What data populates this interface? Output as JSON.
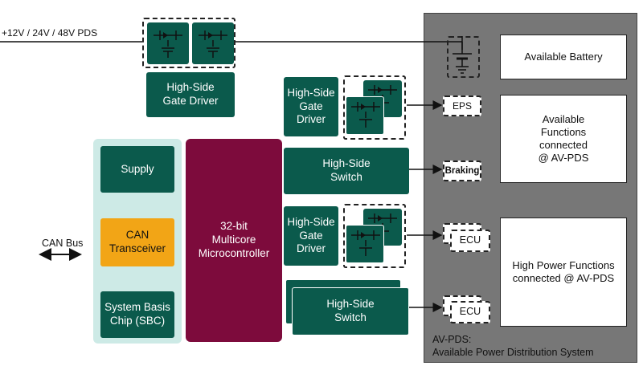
{
  "pds_label": "+12V / 24V / 48V PDS",
  "can_bus_label": "CAN Bus",
  "gate_driver_top": "High-Side\nGate Driver",
  "gate_driver_1": "High-Side\nGate\nDriver",
  "gate_driver_2": "High-Side\nGate\nDriver",
  "switch_1": "High-Side\nSwitch",
  "switch_2": "High-Side\nSwitch",
  "sbc_group": {
    "supply": "Supply",
    "can_transceiver": "CAN\nTransceiver",
    "sbc": "System Basis\nChip (SBC)"
  },
  "mcu": "32-bit\nMulticore\nMicrocontroller",
  "loads": {
    "eps": "EPS",
    "braking": "Braking",
    "ecu_1": "ECU",
    "ecu_2": "ECU"
  },
  "av_pds": {
    "available_battery": "Available Battery",
    "available_functions": "Available\nFunctions\nconnected\n@ AV-PDS",
    "high_power_functions": "High Power Functions\nconnected @ AV-PDS",
    "caption": "AV-PDS:\nAvailable Power Distribution System"
  },
  "colors": {
    "dark_green": "#0b5a4c",
    "light_teal": "#cdeae6",
    "maroon": "#7d0b3c",
    "orange": "#f2a516",
    "gray_panel": "#777777"
  }
}
